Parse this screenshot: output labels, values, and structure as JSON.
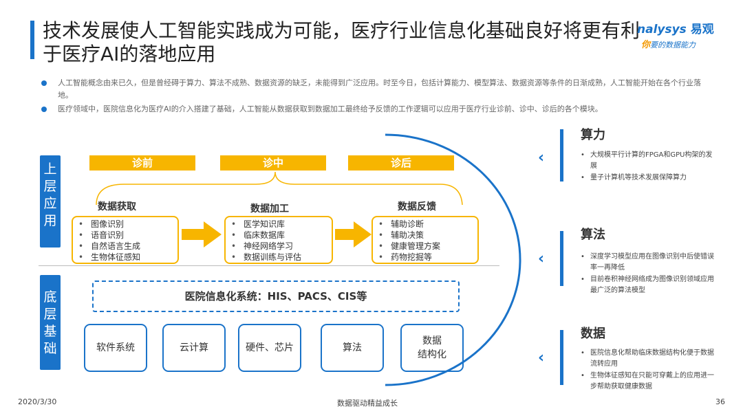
{
  "header": {
    "title": "技术发展使人工智能实践成为可能，医疗行业信息化基础良好将更有利于医疗AI的落地应用",
    "logo_en": "nalysys",
    "logo_cn": "易观",
    "logo_slogan_ni": "你",
    "logo_slogan_rest": "要的数据能力"
  },
  "intro": [
    "人工智能概念由来已久，但是曾经碍于算力、算法不成熟、数据资源的缺乏，未能得到广泛应用。时至今日，包括计算能力、模型算法、数据资源等条件的日渐成熟，人工智能开始在各个行业落地。",
    "医疗领域中，医院信息化为医疗AI的介入搭建了基础，人工智能从数据获取到数据加工最终给予反馈的工作逻辑可以应用于医疗行业诊前、诊中、诊后的各个模块。"
  ],
  "layers": {
    "top": "上层应用",
    "bottom": "底层基础"
  },
  "phases": [
    "诊前",
    "诊中",
    "诊后"
  ],
  "categories": [
    {
      "title": "数据获取",
      "items": [
        "图像识别",
        "语音识别",
        "自然语言生成",
        "生物体征感知"
      ]
    },
    {
      "title": "数据加工",
      "items": [
        "医学知识库",
        "临床数据库",
        "神经网络学习",
        "数据训练与评估"
      ]
    },
    {
      "title": "数据反馈",
      "items": [
        "辅助诊断",
        "辅助决策",
        "健康管理方案",
        "药物挖掘等"
      ]
    }
  ],
  "his": "医院信息化系统：HIS、PACS、CIS等",
  "foundation": [
    "软件系统",
    "云计算",
    "硬件、芯片",
    "算法",
    "数据\n结构化"
  ],
  "pillars": [
    {
      "title": "算力",
      "items": [
        "大规模平行计算的FPGA和GPU构架的发展",
        "量子计算机等技术发展保障算力"
      ]
    },
    {
      "title": "算法",
      "items": [
        "深度学习模型应用在图像识别中后使错误率一再降低",
        "目前卷积神经网络成为图像识别领域应用最广泛的算法模型"
      ]
    },
    {
      "title": "数据",
      "items": [
        "医院信息化帮助临床数据结构化便于数据流转应用",
        "生物体征感知在只能可穿戴上的应用进一步帮助获取健康数据"
      ]
    }
  ],
  "footer": {
    "date": "2020/3/30",
    "slogan": "数据驱动精益成长",
    "page": "36"
  },
  "colors": {
    "accent": "#1a73c9",
    "highlight": "#f7b500"
  }
}
